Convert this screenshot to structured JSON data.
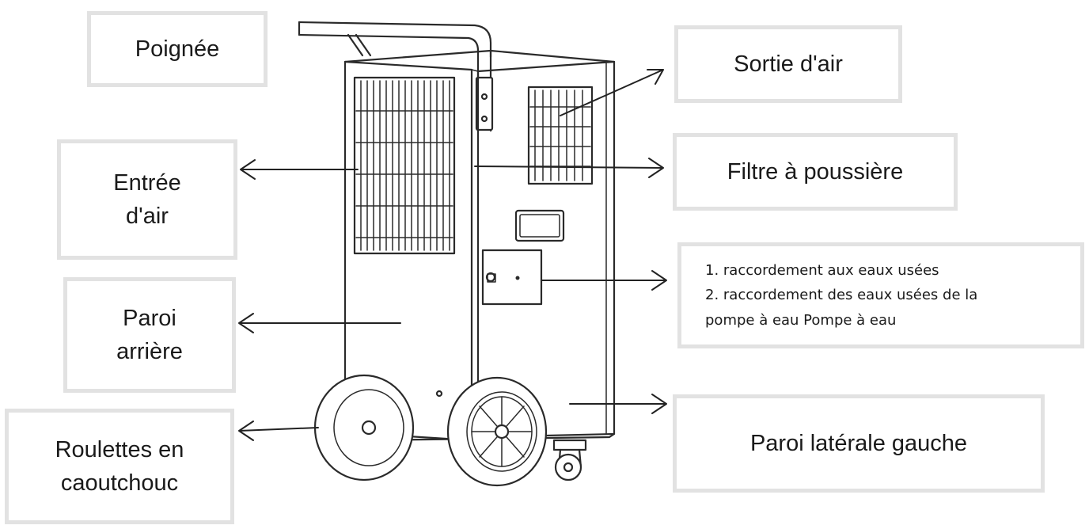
{
  "labels": {
    "handle": "Poignée",
    "air_inlet_line1": "Entrée",
    "air_inlet_line2": "d'air",
    "back_wall_line1": "Paroi",
    "back_wall_line2": "arrière",
    "rubber_wheels_line1": "Roulettes en",
    "rubber_wheels_line2": "caoutchouc",
    "air_outlet": "Sortie d'air",
    "dust_filter": "Filtre à poussière",
    "wastewater_line1": "1. raccordement aux eaux usées",
    "wastewater_line2": "2. raccordement des eaux usées de la",
    "wastewater_line3": "pompe à eau Pompe à eau",
    "left_side_wall": "Paroi latérale gauche"
  },
  "colors": {
    "box_border": "#e2e2e2",
    "line": "#2a2a2a",
    "text": "#1a1a1a"
  }
}
